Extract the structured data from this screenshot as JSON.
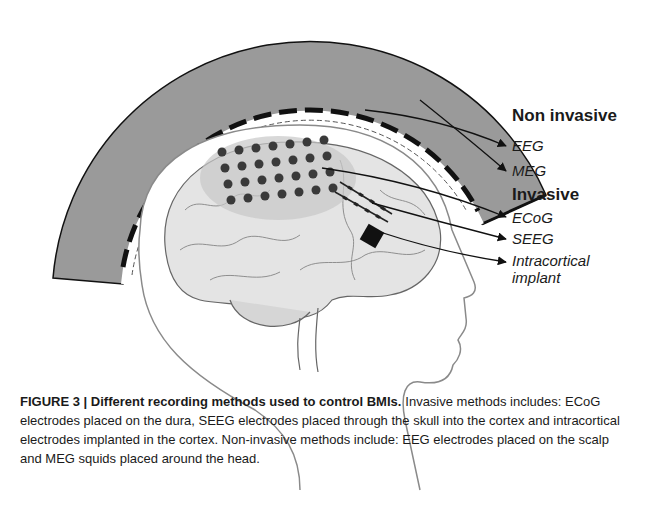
{
  "diagram": {
    "title": "FIGURE 3 | Different recording methods used to control BMIs.",
    "caption": "Invasive methods includes: ECoG electrodes placed on the dura, SEEG electrodes placed through the skull into the cortex and intracortical electrodes implanted in the cortex. Non-invasive methods include: EEG electrodes placed on the scalp and MEG squids placed around the head.",
    "labels": [
      "Non invasive",
      "EEG",
      "MEG",
      "Invasive",
      "ECoG",
      "SEEG",
      "Intracortical implant"
    ]
  }
}
